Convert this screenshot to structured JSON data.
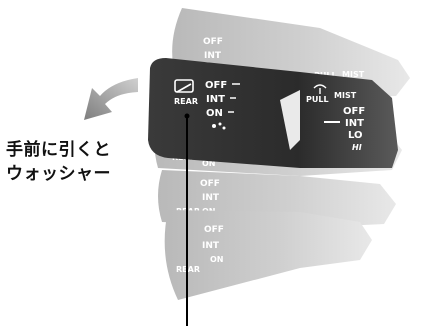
{
  "caption": {
    "line1": "手前に引くと",
    "line2": "ウォッシャー"
  },
  "rear_labels": {
    "off": "OFF",
    "int": "INT",
    "on": "ON",
    "rear": "REAR"
  },
  "front_labels": {
    "mist": "MIST",
    "pull": "PULL",
    "off": "OFF",
    "int": "INT",
    "lo": "LO",
    "hi": "HI"
  }
}
